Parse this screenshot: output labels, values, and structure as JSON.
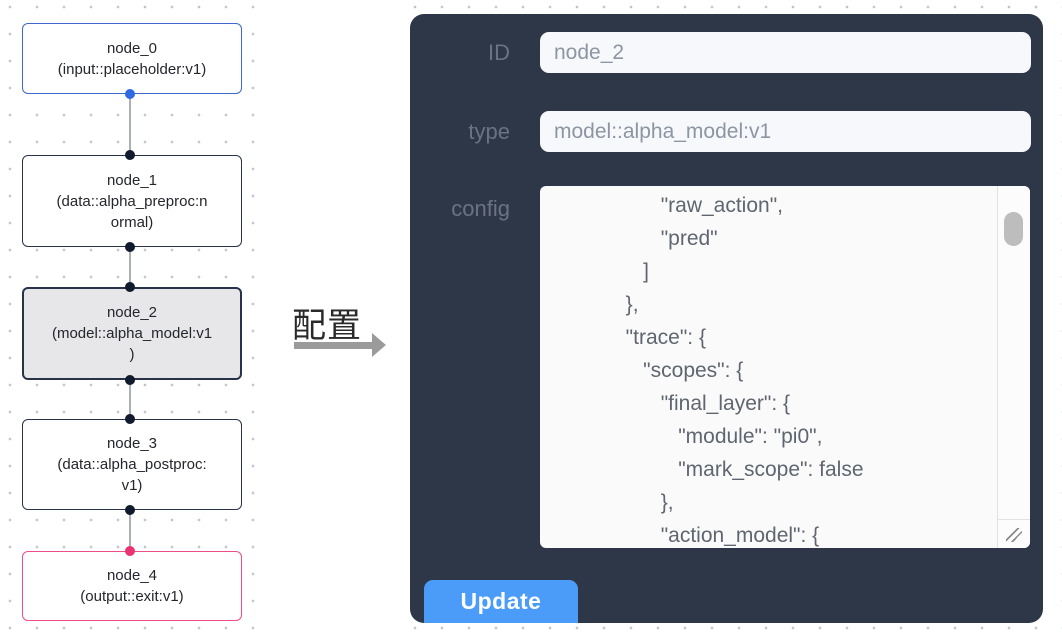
{
  "canvas": {
    "nodes": [
      {
        "title": "node_0",
        "subtitle": "(input::placeholder:v1)",
        "kind": "input"
      },
      {
        "title": "node_1",
        "subtitle": "(data::alpha_preproc:n\normal)",
        "kind": "processor"
      },
      {
        "title": "node_2",
        "subtitle": "(model::alpha_model:v1\n)",
        "kind": "model-selected"
      },
      {
        "title": "node_3",
        "subtitle": "(data::alpha_postproc:\nv1)",
        "kind": "processor"
      },
      {
        "title": "node_4",
        "subtitle": "(output::exit:v1)",
        "kind": "output"
      }
    ]
  },
  "annotation": {
    "label": "配置"
  },
  "panel": {
    "id_label": "ID",
    "id_value": "node_2",
    "type_label": "type",
    "type_value": "model::alpha_model:v1",
    "config_label": "config",
    "config_value": "                    \"raw_action\",\n                    \"pred\"\n                 ]\n              },\n              \"trace\": {\n                 \"scopes\": {\n                    \"final_layer\": {\n                       \"module\": \"pi0\",\n                       \"mark_scope\": false\n                    },\n                    \"action_model\": {",
    "update_label": "Update"
  },
  "colors": {
    "panel_bg": "#2d3748",
    "accent_blue": "#4a9cf8",
    "node_input_border": "#3e66cc",
    "node_default_border": "#28334a",
    "node_selected_bg": "#e7e7e9",
    "node_output_border": "#ee4c88",
    "port_blue": "#2d6ae3",
    "port_dark": "#111b2e",
    "port_pink": "#ea3372"
  }
}
